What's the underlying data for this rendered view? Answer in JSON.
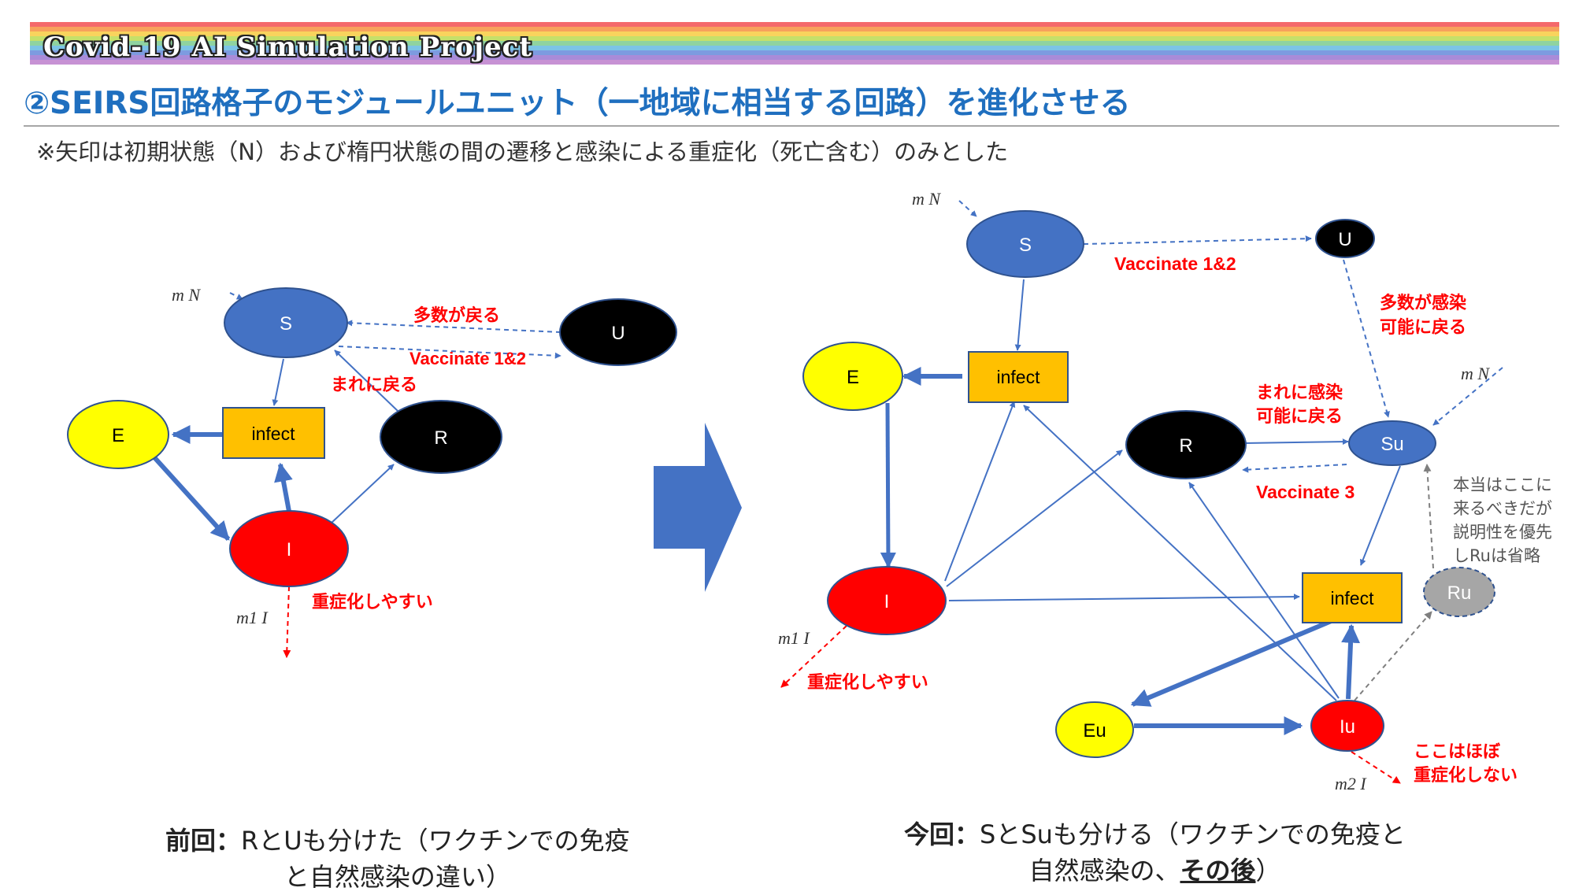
{
  "header": {
    "title": "Covid-19 AI Simulation Project"
  },
  "slide": {
    "title": "②SEIRS回路格子のモジュールユニット（一地域に相当する回路）を進化させる",
    "note": "※矢印は初期状態（N）および楕円状態の間の遷移と感染による重症化（死亡含む）のみとした"
  },
  "left": {
    "nodes": {
      "S": "S",
      "U": "U",
      "E": "E",
      "infect": "infect",
      "R": "R",
      "I": "I"
    },
    "labels": {
      "mN": "m N",
      "return_many": "多数が戻る",
      "vaccinate": "Vaccinate 1&2",
      "return_rare": "まれに戻る",
      "severe": "重症化しやすい",
      "m1I": "m1 I"
    }
  },
  "right": {
    "nodes": {
      "S": "S",
      "U": "U",
      "E": "E",
      "infect": "infect",
      "R": "R",
      "Su": "Su",
      "I": "I",
      "infect2": "infect",
      "Ru": "Ru",
      "Eu": "Eu",
      "Iu": "Iu"
    },
    "labels": {
      "mN_top": "m N",
      "vaccinate12": "Vaccinate 1&2",
      "return_many_infectable_1": "多数が感染",
      "return_many_infectable_2": "可能に戻る",
      "mN_right": "m N",
      "rare_infectable_1": "まれに感染",
      "rare_infectable_2": "可能に戻る",
      "vaccinate3": "Vaccinate 3",
      "note_1": "本当はここに",
      "note_2": "来るべきだが",
      "note_3": "説明性を優先",
      "note_4": "しRuは省略",
      "m1I": "m1 I",
      "severe": "重症化しやすい",
      "rarely_1": "ここはほぼ",
      "rarely_2": "重症化しない",
      "m2I": "m2 I"
    }
  },
  "captions": {
    "prev_bold": "前回：",
    "prev_text1": "RとUも分けた（ワクチンでの免疫",
    "prev_text2": "と自然感染の違い）",
    "now_bold": "今回：",
    "now_text1": "SとSuも分ける（ワクチンでの免疫と",
    "now_text2a": "自然感染の、",
    "now_text2b": "その後",
    "now_text2c": "）"
  },
  "colors": {
    "blue_node": "#4472c4",
    "arrow_blue": "#4472c4",
    "black_node": "#000000",
    "yellow_node": "#ffff00",
    "red_node": "#ff0000",
    "orange_box": "#ffc000",
    "gray_node": "#a6a6a6",
    "red_text": "#ff0000",
    "title_blue": "#1f6fbf"
  }
}
